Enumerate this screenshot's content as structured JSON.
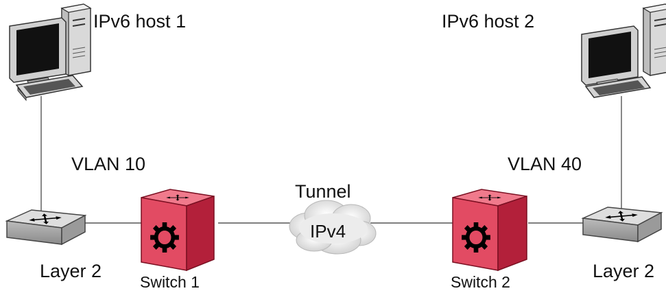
{
  "nodes": {
    "host1": {
      "label": "IPv6 host 1",
      "icon": "desktop-computer-icon"
    },
    "host2": {
      "label": "IPv6 host 2",
      "icon": "desktop-computer-icon"
    },
    "vlan10": {
      "label": "VLAN 10"
    },
    "vlan40": {
      "label": "VLAN 40"
    },
    "layer2_left": {
      "label": "Layer 2",
      "icon": "layer2-switch-icon"
    },
    "layer2_right": {
      "label": "Layer 2",
      "icon": "layer2-switch-icon"
    },
    "switch1": {
      "label": "Switch 1",
      "icon": "router-switch-icon"
    },
    "switch2": {
      "label": "Switch 2",
      "icon": "router-switch-icon"
    },
    "tunnel": {
      "label": "Tunnel"
    },
    "cloud": {
      "label": "IPv4",
      "icon": "cloud-icon"
    }
  },
  "colors": {
    "router_red": "#e24b63",
    "router_red_dark": "#b3203a",
    "router_red_light": "#f07a8c",
    "switch_gray": "#c8c8c8",
    "link": "#555555"
  }
}
